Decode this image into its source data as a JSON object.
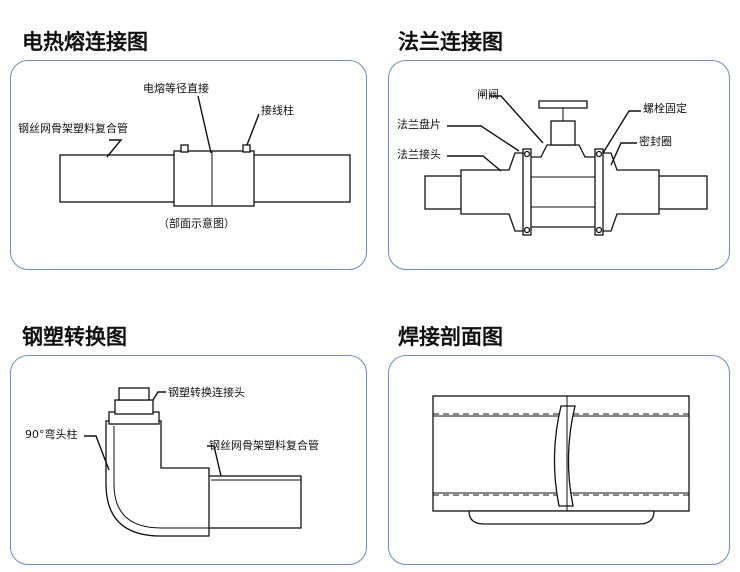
{
  "panels": {
    "electrofusion": {
      "title": "电热熔连接图",
      "labels": {
        "coupler": "电熔等径直接",
        "terminal": "接线柱",
        "pipe": "钢丝网骨架塑料复合管",
        "caption": "（部面示意图）"
      }
    },
    "flange": {
      "title": "法兰连接图",
      "labels": {
        "valve": "闸阀",
        "flange_plate": "法兰盘片",
        "bolt": "螺栓固定",
        "seal": "密封圈",
        "flange_joint": "法兰接头"
      }
    },
    "transition": {
      "title": "钢塑转换图",
      "labels": {
        "adapter": "钢塑转换连接头",
        "elbow": "90°弯头柱",
        "pipe": "钢丝网骨架塑料复合管"
      }
    },
    "weld": {
      "title": "焊接剖面图"
    }
  }
}
